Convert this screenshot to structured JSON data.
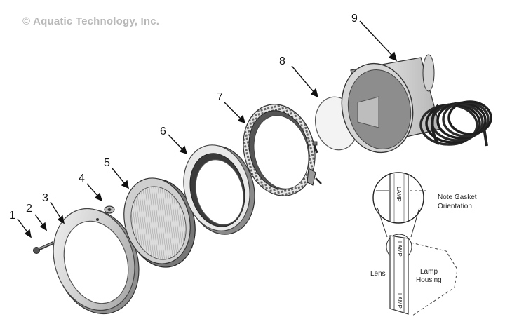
{
  "copyright": "© Aquatic Technology, Inc.",
  "callouts": [
    "1",
    "2",
    "3",
    "4",
    "5",
    "6",
    "7",
    "8",
    "9"
  ],
  "detail": {
    "note": [
      "Note Gasket",
      "Orientation"
    ],
    "lens_label": "Lens",
    "housing_label": [
      "Lamp",
      "Housing"
    ],
    "gasket_text": "LAMP"
  }
}
